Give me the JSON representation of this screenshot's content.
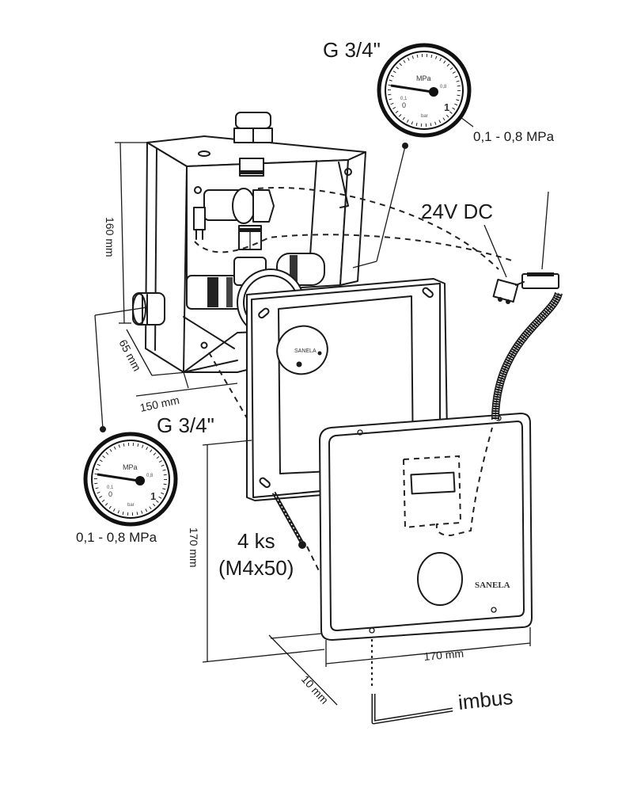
{
  "diagram": {
    "title": "Installation diagram – concealed valve box with sensor cover plate",
    "colors": {
      "line": "#1a1a1a",
      "background": "#ffffff"
    }
  },
  "labels": {
    "thread_top": "G 3/4\"",
    "thread_left": "G 3/4\"",
    "pressure_top": "0,1 - 0,8 MPa",
    "pressure_left": "0,1 - 0,8 MPa",
    "voltage": "24V DC",
    "screws_count": "4 ks",
    "screws_spec": "(M4x50)",
    "tool": "imbus"
  },
  "dimensions": {
    "box_height": "160 mm",
    "box_depth": "65 mm",
    "box_width": "150 mm",
    "plate_height": "170 mm",
    "plate_width": "170 mm",
    "plate_thickness": "10 mm"
  },
  "gauge": {
    "unit": "MPa",
    "tick_low": "0,1",
    "tick_zero": "0",
    "tick_high": "0,8",
    "tick_max": "1",
    "sub_label": "bar"
  },
  "logo": {
    "brand": "SANELA"
  }
}
